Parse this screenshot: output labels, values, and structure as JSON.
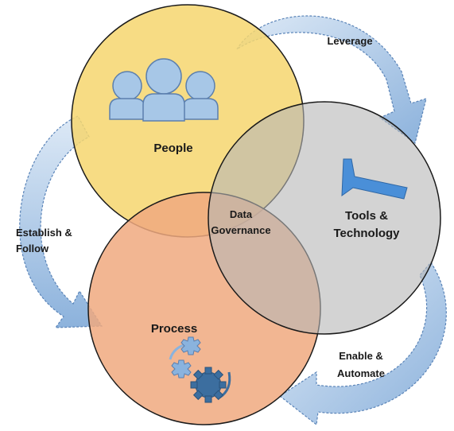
{
  "diagram": {
    "center_label": {
      "line1": "Data",
      "line2": "Governance"
    },
    "circles": {
      "people": {
        "label": "People",
        "fill": "#f6d66e",
        "icon": "people-icon"
      },
      "tools": {
        "label_line1": "Tools &",
        "label_line2": "Technology",
        "fill": "#c9c9c9",
        "icon": "hammer-icon"
      },
      "process": {
        "label": "Process",
        "fill": "#f0a97f",
        "icon": "gears-icon"
      }
    },
    "arrows": {
      "leverage": {
        "label": "Leverage"
      },
      "establish": {
        "label_line1": "Establish  &",
        "label_line2": "Follow"
      },
      "enable": {
        "label_line1": "Enable &",
        "label_line2": "Automate"
      }
    },
    "colors": {
      "arrow_fill_light": "#dde9f6",
      "arrow_fill_dark": "#8cb2dc",
      "arrow_stroke": "#5a84b8",
      "icon_fill": "#a7c7e7",
      "icon_stroke": "#5b7fae",
      "hammer_fill": "#4a8fd8",
      "gear_dark": "#3c6e9f",
      "gear_light": "#8ab3de"
    }
  }
}
